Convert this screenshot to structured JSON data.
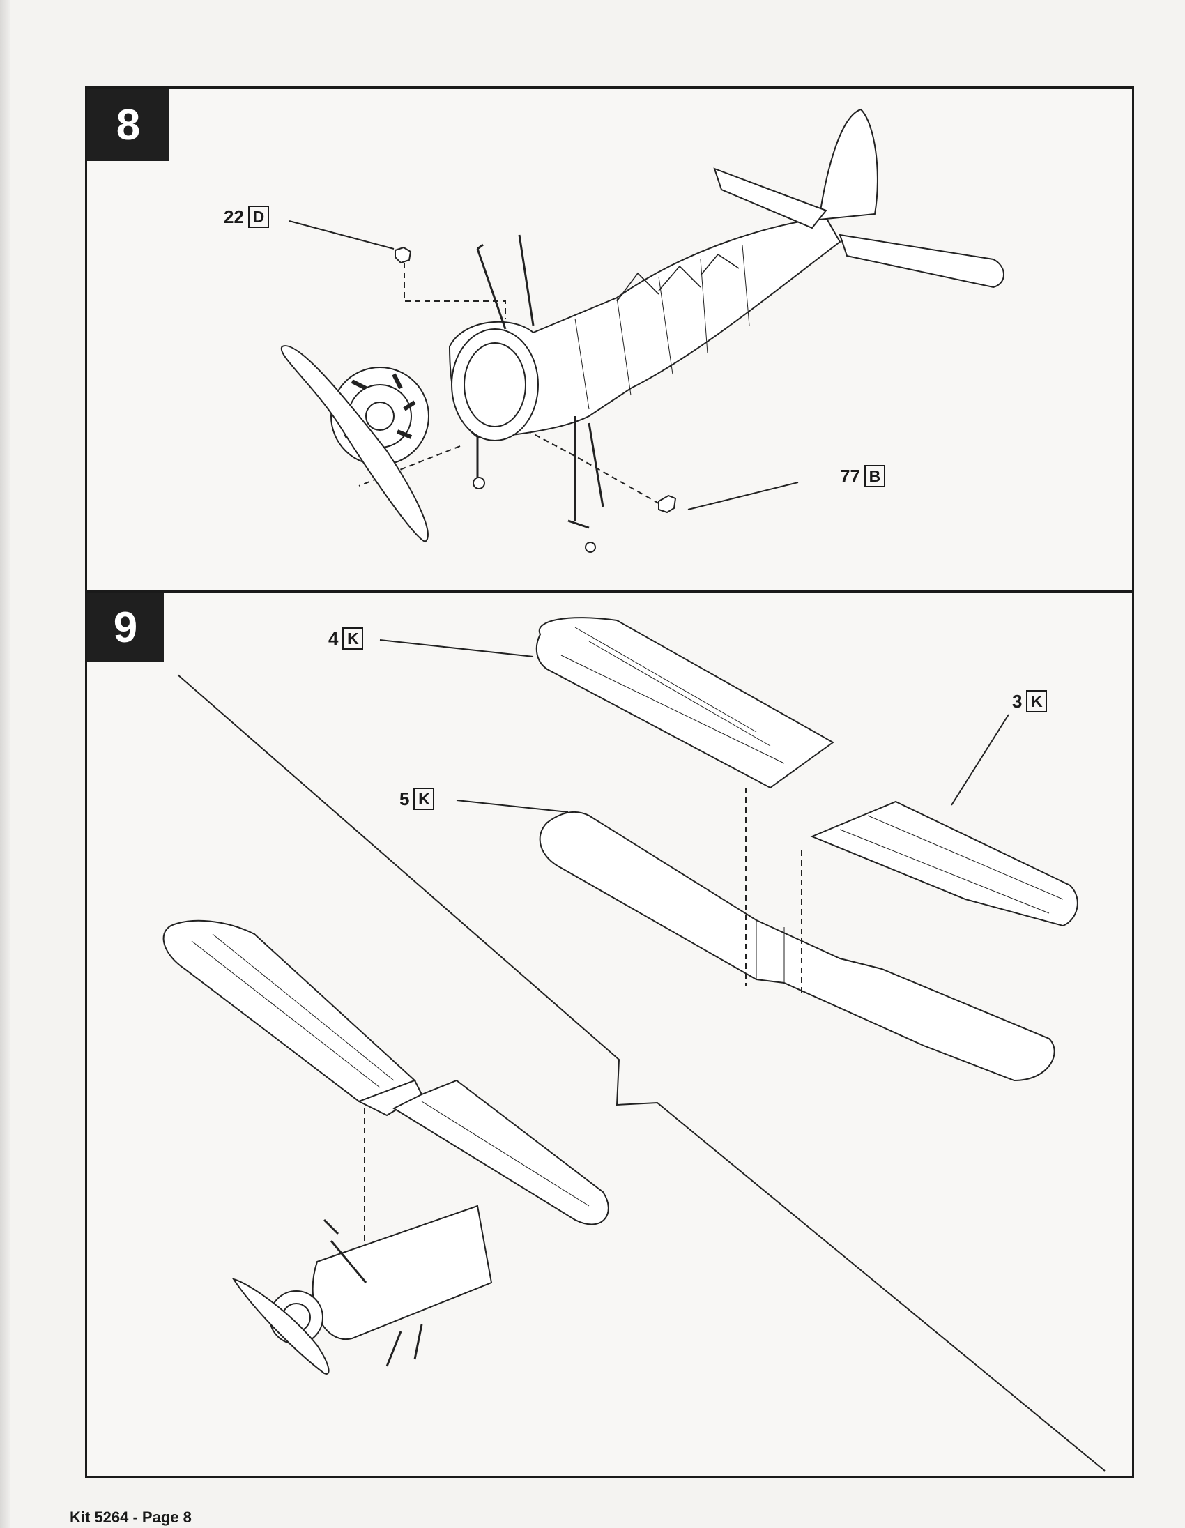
{
  "steps": [
    {
      "number": "8",
      "callouts": [
        {
          "part": "22",
          "letter": "D"
        },
        {
          "part": "77",
          "letter": "B"
        }
      ]
    },
    {
      "number": "9",
      "callouts": [
        {
          "part": "4",
          "letter": "K"
        },
        {
          "part": "3",
          "letter": "K"
        },
        {
          "part": "5",
          "letter": "K"
        }
      ]
    }
  ],
  "footer": {
    "label": "Kit 5264 - Page 8"
  }
}
